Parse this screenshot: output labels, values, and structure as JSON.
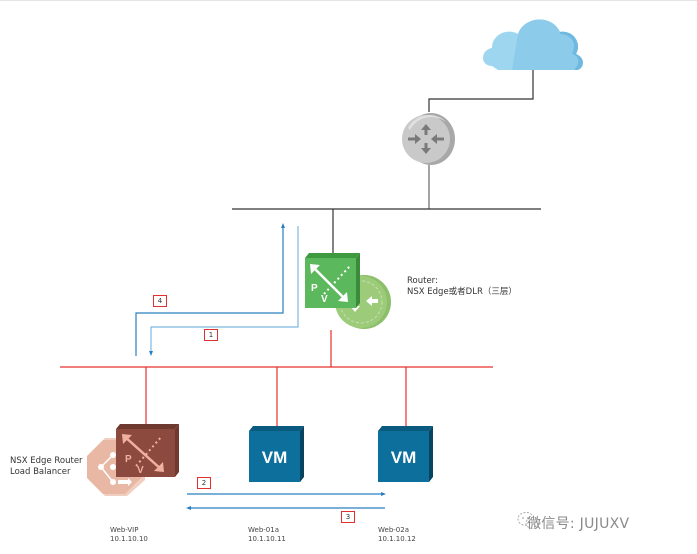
{
  "diagram": {
    "router_label": {
      "line1": "Router:",
      "line2": "NSX Edge或者DLR（三层）"
    },
    "lb_label": {
      "line1": "NSX Edge Router",
      "line2": "Load Balancer"
    },
    "vm_badges": [
      "VM",
      "VM"
    ],
    "nodes": [
      {
        "name": "Web-VIP",
        "ip": "10.1.10.10"
      },
      {
        "name": "Web-01a",
        "ip": "10.1.10.11"
      },
      {
        "name": "Web-02a",
        "ip": "10.1.10.12"
      }
    ],
    "steps": [
      "1",
      "2",
      "3",
      "4"
    ],
    "edge_letters": {
      "p": "P",
      "v": "V"
    }
  },
  "watermark": {
    "text": "微信号: JUJUXV",
    "icon": "wechat-icon"
  },
  "colors": {
    "cloud": "#8fd0ee",
    "router_gray": "#c8c8c8",
    "edge_green": "#5cb85c",
    "edge_brown": "#8c4a3e",
    "lb_peach": "#e8b8a4",
    "vm_blue": "#0d6f9c",
    "red_line": "#e8302a",
    "flow_blue": "#2a7fc1"
  }
}
